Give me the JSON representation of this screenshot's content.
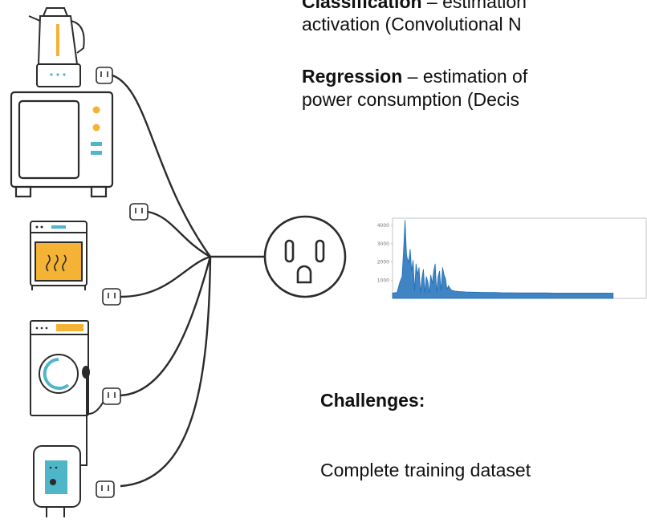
{
  "texts": {
    "classification_term": "Classification",
    "classification_rest": " – estimation",
    "classification_line2": "activation (Convolutional N",
    "regression_term": "Regression",
    "regression_rest": " – estimation of",
    "regression_line2": "power consumption (Decis",
    "challenges_heading": "Challenges:",
    "challenges_body": "Complete training dataset"
  },
  "colors": {
    "accent_orange": "#f5b335",
    "accent_teal": "#4fb5c9",
    "outline": "#2b2b2b",
    "signal_blue": "#1f6fb8"
  },
  "appliances": [
    "kettle-icon",
    "microwave-icon",
    "oven-icon",
    "washing-machine-icon",
    "water-heater-icon"
  ],
  "chart_data": {
    "type": "area",
    "ytick_labels": [
      "4000",
      "3000",
      "2000",
      "1000"
    ],
    "yticks": [
      4000,
      3000,
      2000,
      1000
    ],
    "ylim": [
      0,
      4400
    ],
    "x": [
      0,
      6,
      10,
      13,
      15,
      17,
      18,
      19,
      20,
      22,
      24,
      26,
      28,
      30,
      32,
      34,
      36,
      38,
      40,
      42,
      44,
      46,
      48,
      50,
      52,
      54,
      56,
      58,
      60,
      62,
      64,
      66,
      68,
      70,
      72,
      74,
      76,
      80,
      85,
      90,
      100,
      110,
      120,
      130,
      140,
      150,
      160,
      170,
      180,
      190,
      200,
      210,
      220,
      230,
      240,
      250,
      260,
      270,
      280,
      290,
      300
    ],
    "values": [
      300,
      320,
      900,
      1200,
      2600,
      4300,
      3300,
      2400,
      2200,
      2000,
      2700,
      1500,
      2100,
      400,
      1900,
      1300,
      1700,
      300,
      1100,
      1600,
      300,
      1200,
      900,
      300,
      1300,
      800,
      1500,
      1900,
      300,
      1200,
      1500,
      400,
      1700,
      1300,
      1100,
      500,
      700,
      450,
      400,
      380,
      350,
      340,
      330,
      320,
      320,
      310,
      310,
      300,
      300,
      300,
      300,
      300,
      290,
      290,
      290,
      290,
      290,
      290,
      290,
      290,
      290
    ],
    "xlim": [
      0,
      345
    ]
  }
}
